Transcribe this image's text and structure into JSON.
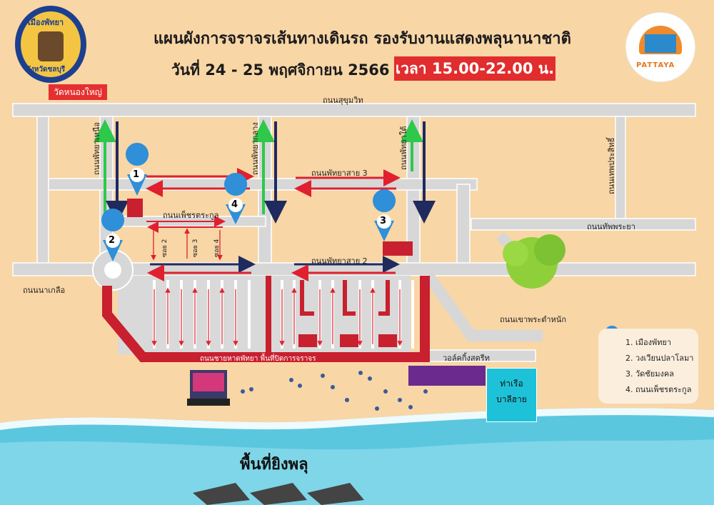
{
  "title": {
    "line1": "แผนผังการจราจรเส้นทางเดินรถ รองรับงานแสดงพลุนานาชาติ",
    "line2": "วันที่ 24 - 25 พฤศจิกายน 2566",
    "time_badge": "เวลา 15.00-22.00 น."
  },
  "logos": {
    "city_seal_top": "เมืองพัทยา",
    "city_seal_bottom": "จังหวัดชลบุรี",
    "pattaya_brand": "PATTAYA"
  },
  "landmark_tag": "วัดหนองใหญ่",
  "roads": {
    "sukhumvit": "ถนนสุขุมวิท",
    "pattaya_nuea": "ถนนพัทยาเหนือ",
    "pattaya_klang": "ถนนพัทยากลาง",
    "pattaya_tai": "ถนนพัทยาใต้",
    "thep_prasit": "ถนนเทพประสิทธิ์",
    "pattaya_sai_3": "ถนนพัทยาสาย 3",
    "pattaya_sai_2": "ถนนพัทยาสาย 2",
    "phetcharat": "ถนนเพ็ชรตระกูล",
    "thap_phraya": "ถนนทัพพระยา",
    "na_kluea": "ถนนนาเกลือ",
    "khao_phra_tamnak": "ถนนเขาพระตำหนัก",
    "beach_road": "ถนนชายหาดพัทยา พื้นที่ปิดการจราจร",
    "walking_street": "วอล์คกิ้งสตรีท",
    "soi_2": "ซอย 2",
    "soi_3": "ซอย 3",
    "soi_4": "ซอย 4"
  },
  "markers": [
    "1",
    "2",
    "3",
    "4"
  ],
  "legend": {
    "items": [
      "1. เมืองพัทยา",
      "2. วงเวียนปลาโลมา",
      "3. วัดชัยมงคล",
      "4. ถนนเพ็ชรตระกูล"
    ]
  },
  "pier": {
    "line1": "ท่าเรือ",
    "line2": "บาลีฮาย"
  },
  "fireworks_zone": "พื้นที่ยิงพลุ",
  "colors": {
    "sand": "#f8d6a6",
    "road": "#d6d6d6",
    "closed_road": "#c8202f",
    "arrow_red": "#e0202e",
    "arrow_navy": "#1f2a5e",
    "arrow_green": "#2ec84a",
    "marker_blue": "#2f8fd8",
    "sea": "#5bc7df",
    "badge_red": "#e12d2d"
  }
}
